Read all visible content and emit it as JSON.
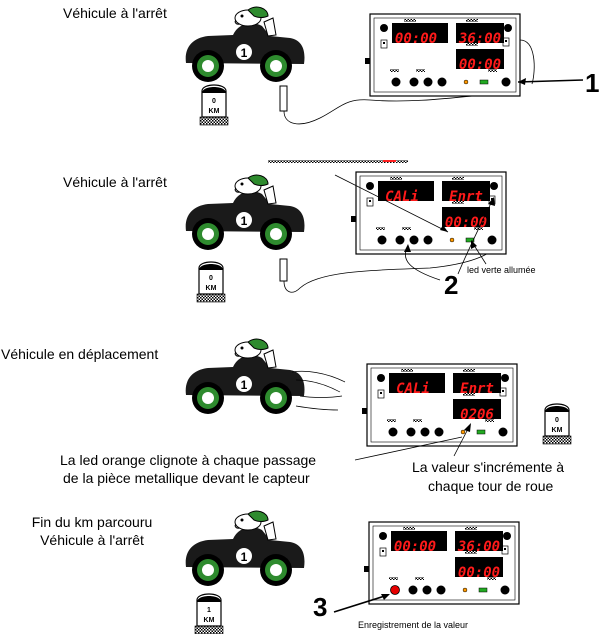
{
  "colors": {
    "display_bg": "#000000",
    "display_text": "#ff1a1a",
    "car_body": "#1a1a1a",
    "wheel_ring": "#2e8b2e",
    "helmet": "#2e8b2e",
    "led_orange": "#ff9900",
    "led_green": "#22aa22",
    "led_red": "#e60000"
  },
  "icons": [
    "race-car-icon",
    "km-marker-icon",
    "sensor-icon",
    "rally-computer-icon"
  ],
  "steps": [
    {
      "caption": "Véhicule à l'arrêt",
      "car_number": "1",
      "km_marker": {
        "value": "0",
        "unit": "KM"
      },
      "displays": {
        "top_left": "00:00",
        "top_right": "36:00",
        "bottom": "00:00"
      },
      "callout_number": "1"
    },
    {
      "caption": "Véhicule à l'arrêt",
      "car_number": "1",
      "km_marker": {
        "value": "0",
        "unit": "KM"
      },
      "displays": {
        "top_left": "CALi",
        "top_right": "Enrt",
        "bottom": "00:00"
      },
      "callout_number": "2",
      "led_note": "led verte allumée"
    },
    {
      "caption": "Véhicule en déplacement",
      "car_number": "1",
      "km_marker": {
        "value": "0",
        "unit": "KM"
      },
      "displays": {
        "top_left": "CALi",
        "top_right": "Enrt",
        "bottom": "0206"
      },
      "note_left_1": "La led orange clignote à chaque passage",
      "note_left_2": "de la pièce metallique devant le capteur",
      "note_right_1": "La valeur s'incrémente à",
      "note_right_2": "chaque tour de roue"
    },
    {
      "caption_1": "Fin du km parcouru",
      "caption_2": "Véhicule à l'arrêt",
      "car_number": "1",
      "km_marker": {
        "value": "1",
        "unit": "KM"
      },
      "displays": {
        "top_left": "00:00",
        "top_right": "36:00",
        "bottom": "00:00"
      },
      "callout_number": "3",
      "record_note": "Enregistrement de la valeur"
    }
  ]
}
